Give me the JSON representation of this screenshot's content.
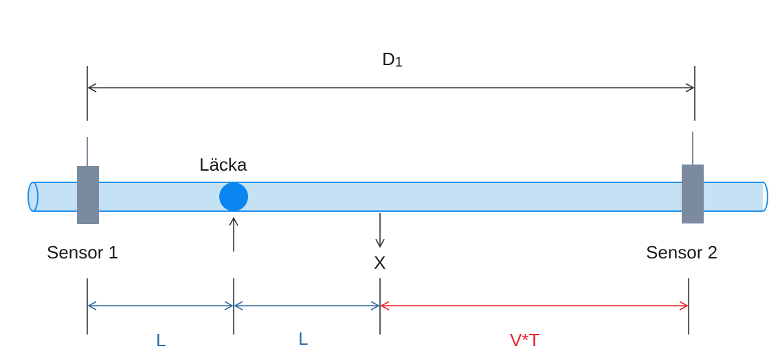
{
  "labels": {
    "distance_top": "D",
    "distance_top_sub": "1",
    "leak": "Läcka",
    "sensor_left": "Sensor 1",
    "sensor_right": "Sensor 2",
    "point_x": "X",
    "segment_1": "L",
    "segment_2": "L",
    "segment_3": "V*T"
  },
  "colors": {
    "pipe_fill": "#c5e2f5",
    "pipe_stroke": "#1e8ff0",
    "leak": "#0a86f2",
    "sensor": "#7c8aa0",
    "dark_line": "#333333",
    "blue_dimension": "#2e6aa6",
    "red_dimension": "#e8232a"
  }
}
